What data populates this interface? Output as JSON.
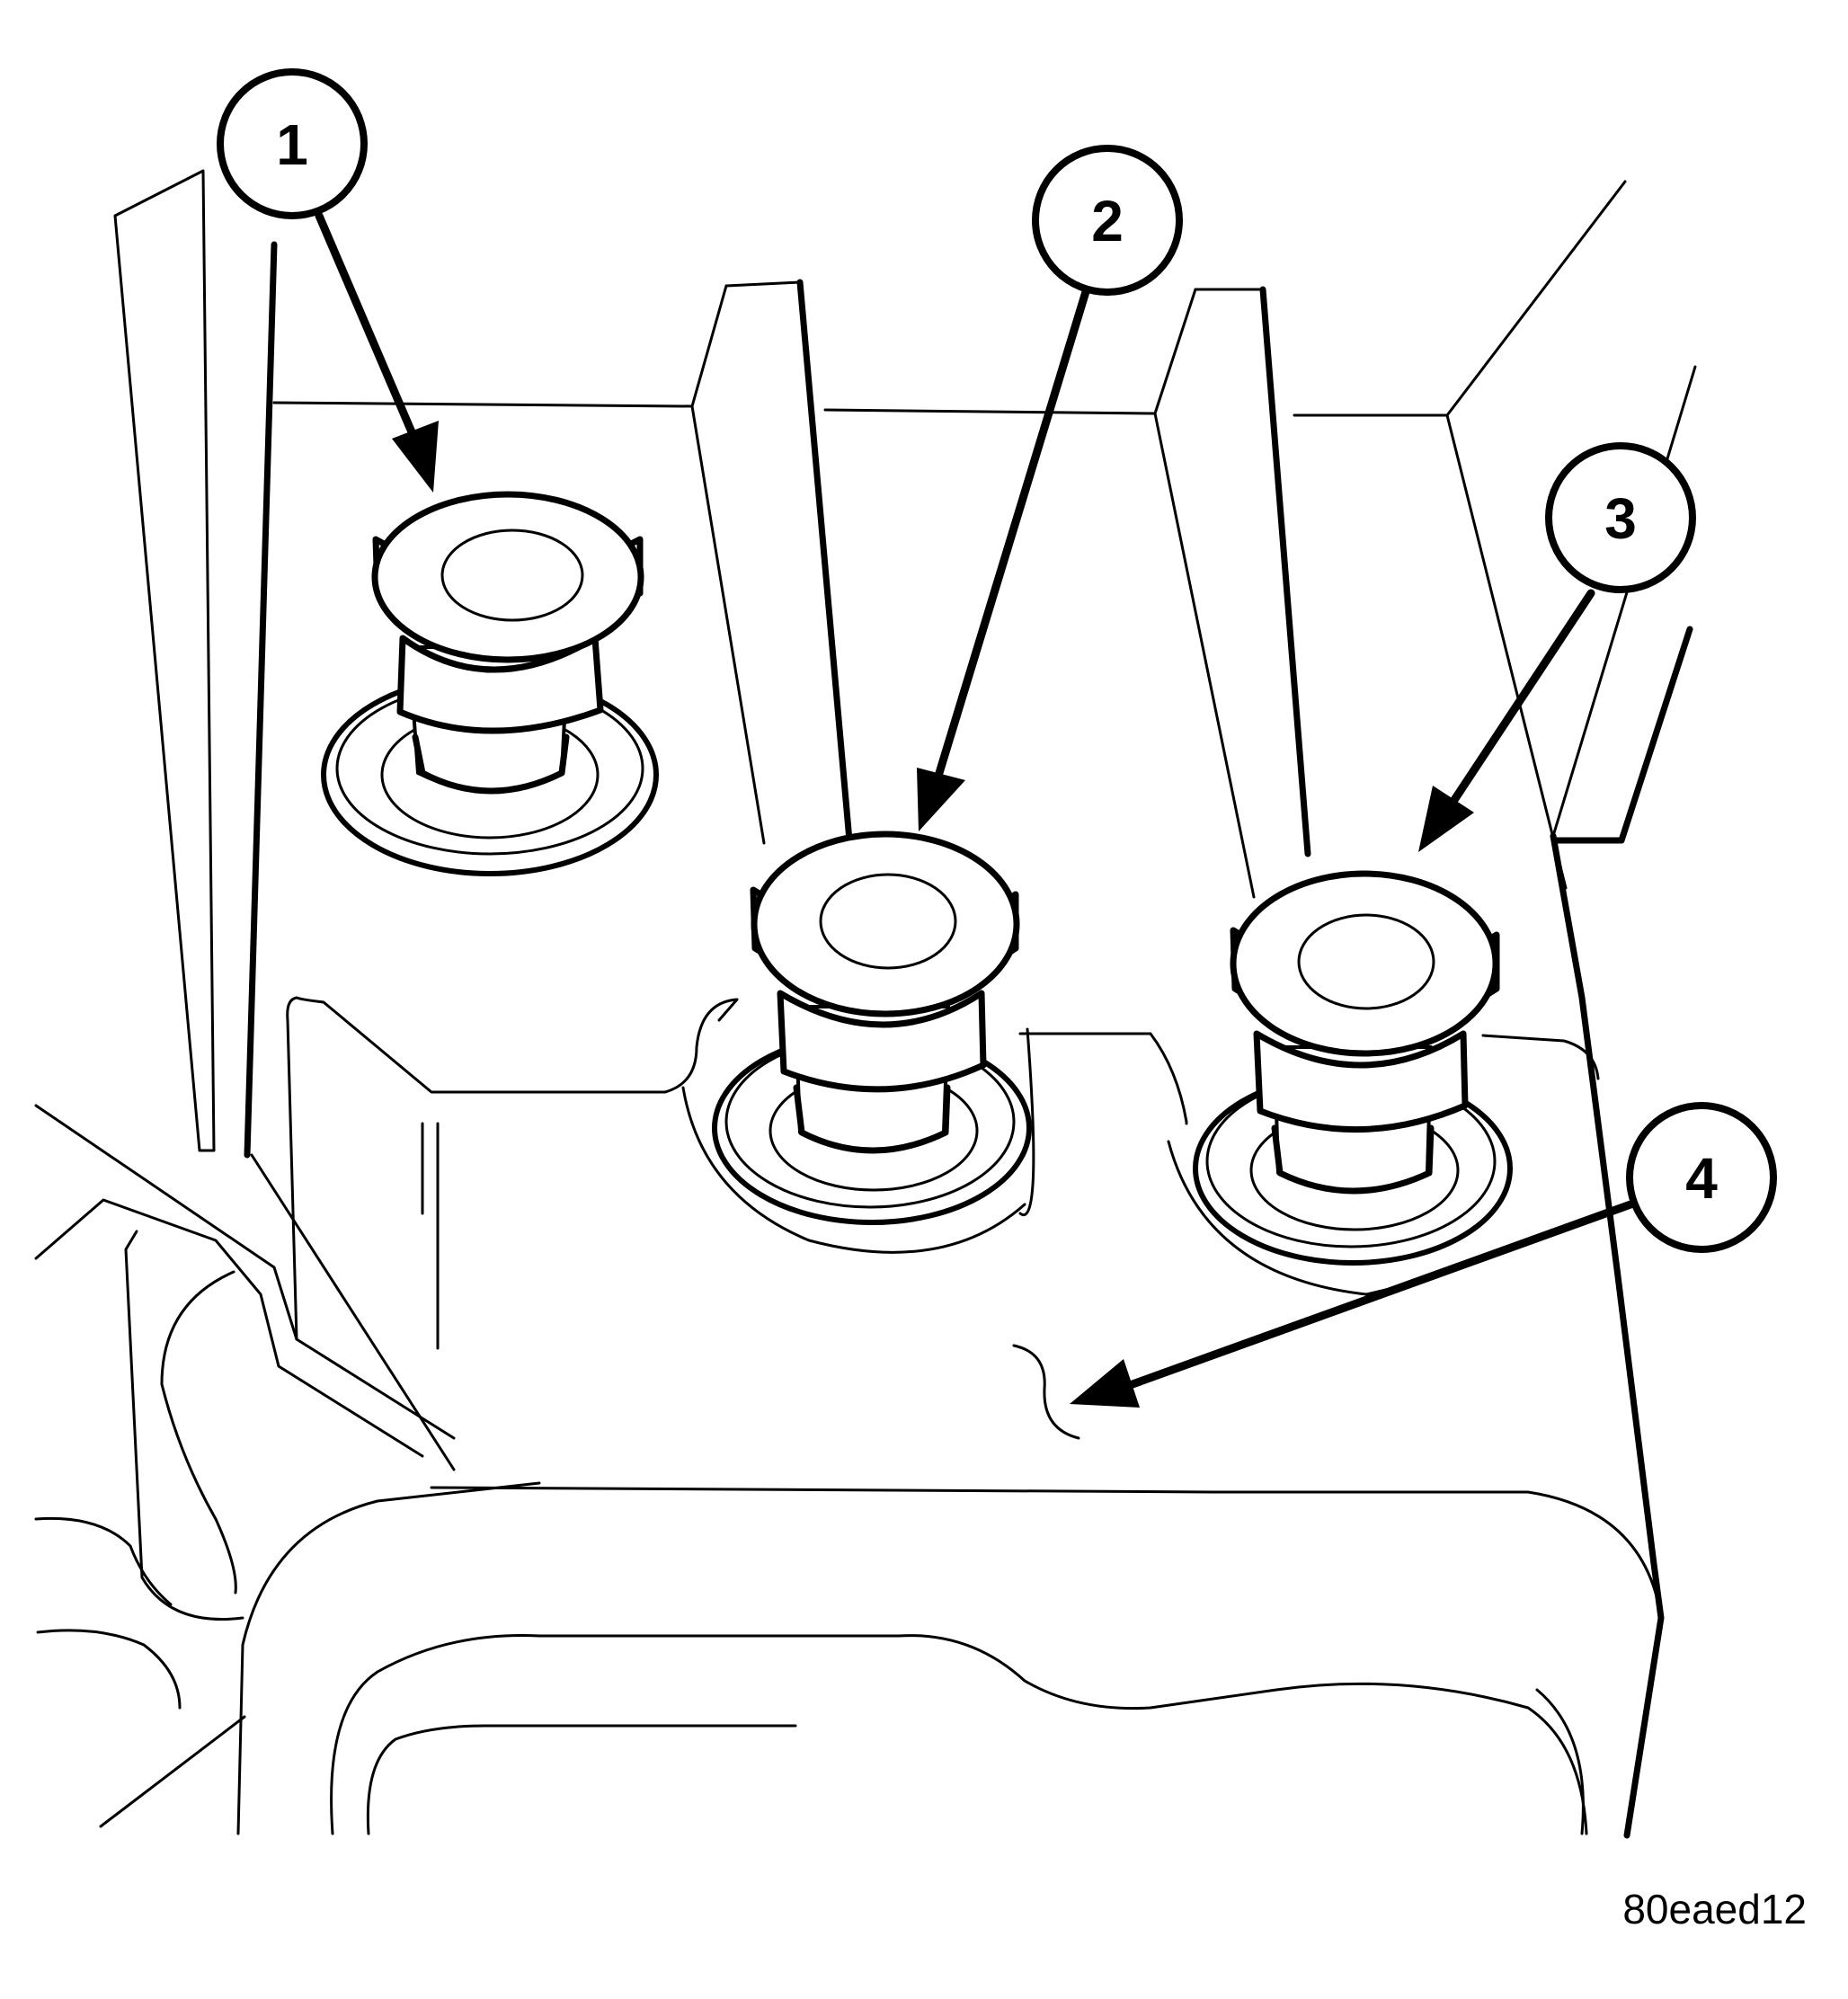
{
  "callouts": [
    {
      "id": "1",
      "label": "1"
    },
    {
      "id": "2",
      "label": "2"
    },
    {
      "id": "3",
      "label": "3"
    },
    {
      "id": "4",
      "label": "4"
    }
  ],
  "figure_code": "80eaed12"
}
